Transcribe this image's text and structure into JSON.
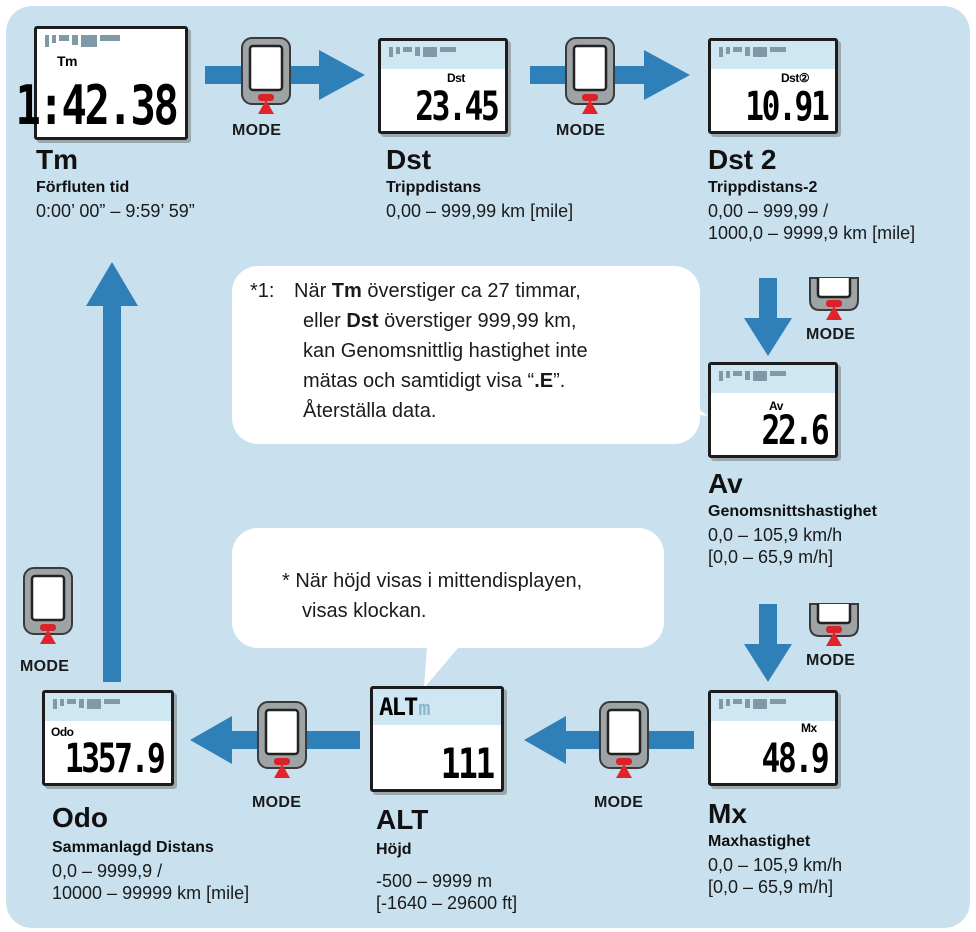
{
  "mode_label": "MODE",
  "colors": {
    "panel": "#c9e1ee",
    "arrow": "#2f7fb8",
    "button": "#d8232a",
    "marker": "#e2232a"
  },
  "screens": {
    "tm": {
      "label": "Tm",
      "value": "1:42.38"
    },
    "dst": {
      "label": "Dst",
      "value": "23.45"
    },
    "dst2": {
      "label": "Dst②",
      "value": "10.91"
    },
    "av": {
      "label": "Av",
      "value": "22.6"
    },
    "mx": {
      "label": "Mx",
      "value": "48.9"
    },
    "alt": {
      "label": "ALT",
      "unit": "m",
      "value": "111"
    },
    "odo": {
      "label": "Odo",
      "value": "1357.9"
    }
  },
  "items": {
    "tm": {
      "title": "Tm",
      "subtitle": "Förfluten tid",
      "range": [
        "0:00’ 00” – 9:59’ 59”"
      ]
    },
    "dst": {
      "title": "Dst",
      "subtitle": "Trippdistans",
      "range": [
        "0,00 – 999,99 km [mile]"
      ]
    },
    "dst2": {
      "title": "Dst 2",
      "subtitle": "Trippdistans-2",
      "range": [
        "0,00 – 999,99 /",
        "1000,0 – 9999,9 km [mile]"
      ]
    },
    "av": {
      "title": "Av",
      "subtitle": "Genomsnittshastighet",
      "range": [
        "0,0 – 105,9 km/h",
        "[0,0 – 65,9 m/h]"
      ]
    },
    "mx": {
      "title": "Mx",
      "subtitle": "Maxhastighet",
      "range": [
        "0,0 – 105,9 km/h",
        "[0,0 – 65,9 m/h]"
      ]
    },
    "alt": {
      "title": "ALT",
      "subtitle": "Höjd",
      "range": [
        "-500 – 9999 m",
        "[-1640 – 29600 ft]"
      ]
    },
    "odo": {
      "title": "Odo",
      "subtitle": "Sammanlagd Distans",
      "range": [
        "0,0 – 9999,9 /",
        "10000 – 99999 km [mile]"
      ]
    }
  },
  "note1": {
    "marker": "*1:",
    "l1_pre": "När ",
    "l1_bold": "Tm",
    "l1_post": " överstiger ca 27 timmar,",
    "l2_pre": "eller ",
    "l2_bold": "Dst",
    "l2_post": " överstiger 999,99 km,",
    "l3": "kan Genomsnittlig hastighet inte",
    "l4_pre": "mätas och samtidigt visa “",
    "l4_bold": ".E",
    "l4_post": "”.",
    "l5": "Återställa data."
  },
  "note2": {
    "l1": "* När höjd visas i mittendisplayen,",
    "l2": "visas klockan."
  }
}
